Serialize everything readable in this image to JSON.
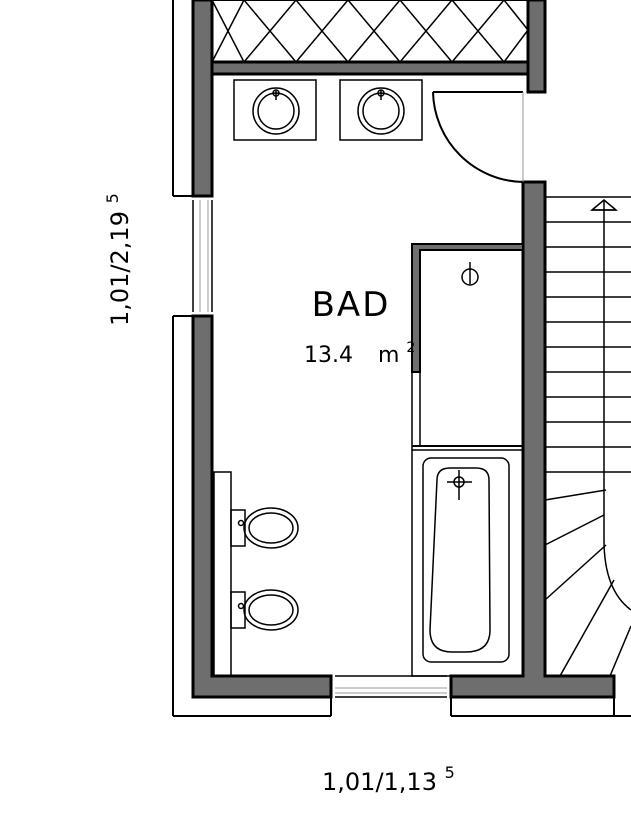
{
  "room": {
    "name": "BAD",
    "area_value": "13.4",
    "area_unit": "m",
    "area_exp": "2"
  },
  "dimensions": {
    "window_left_main": "1,01/2,19",
    "window_left_sup": "5",
    "window_bottom_main": "1,01/1,13",
    "window_bottom_sup": "5"
  }
}
